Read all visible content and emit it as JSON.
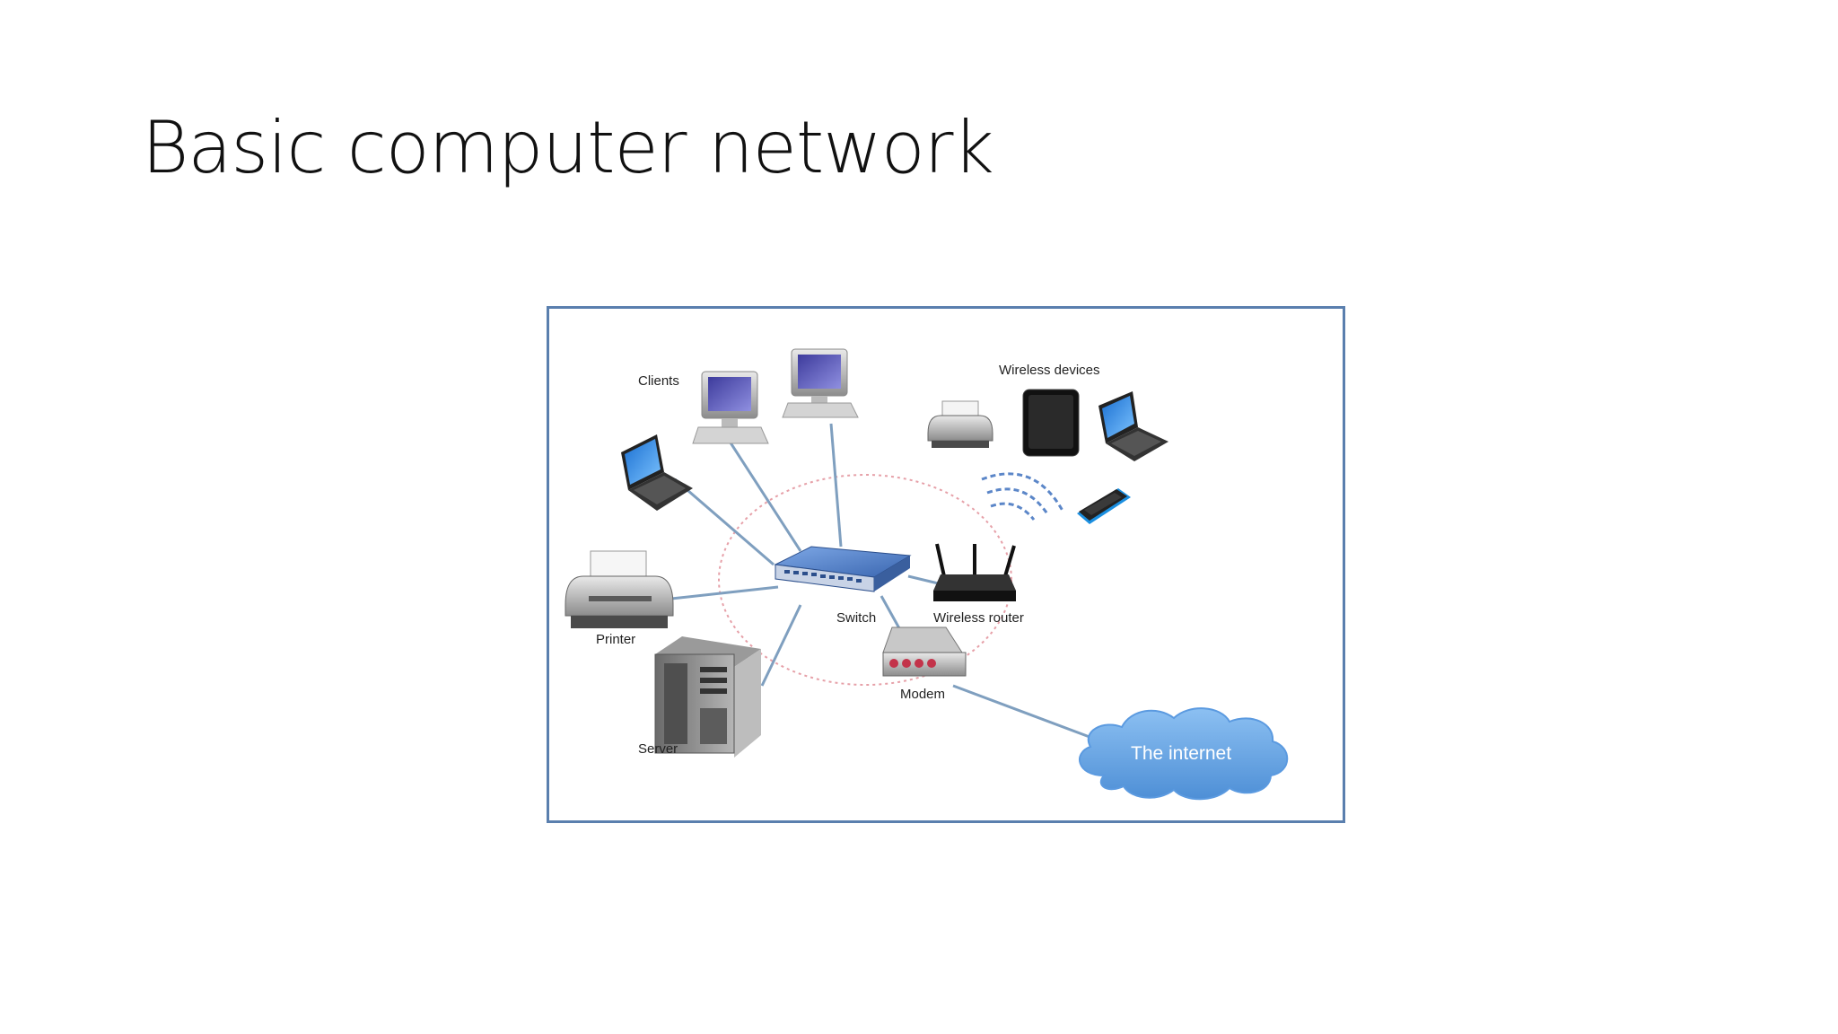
{
  "slide": {
    "title": "Basic computer network"
  },
  "diagram": {
    "labels": {
      "clients": "Clients",
      "wireless_devices": "Wireless devices",
      "switch": "Switch",
      "wireless_router": "Wireless router",
      "printer": "Printer",
      "server": "Server",
      "modem": "Modem",
      "internet": "The internet"
    },
    "colors": {
      "frame_border": "#5a7fae",
      "link_line": "#7f9fbf",
      "lan_boundary": "#e6a0a8",
      "cloud": "#6fa8e6",
      "switch": "#5b86c8"
    }
  }
}
